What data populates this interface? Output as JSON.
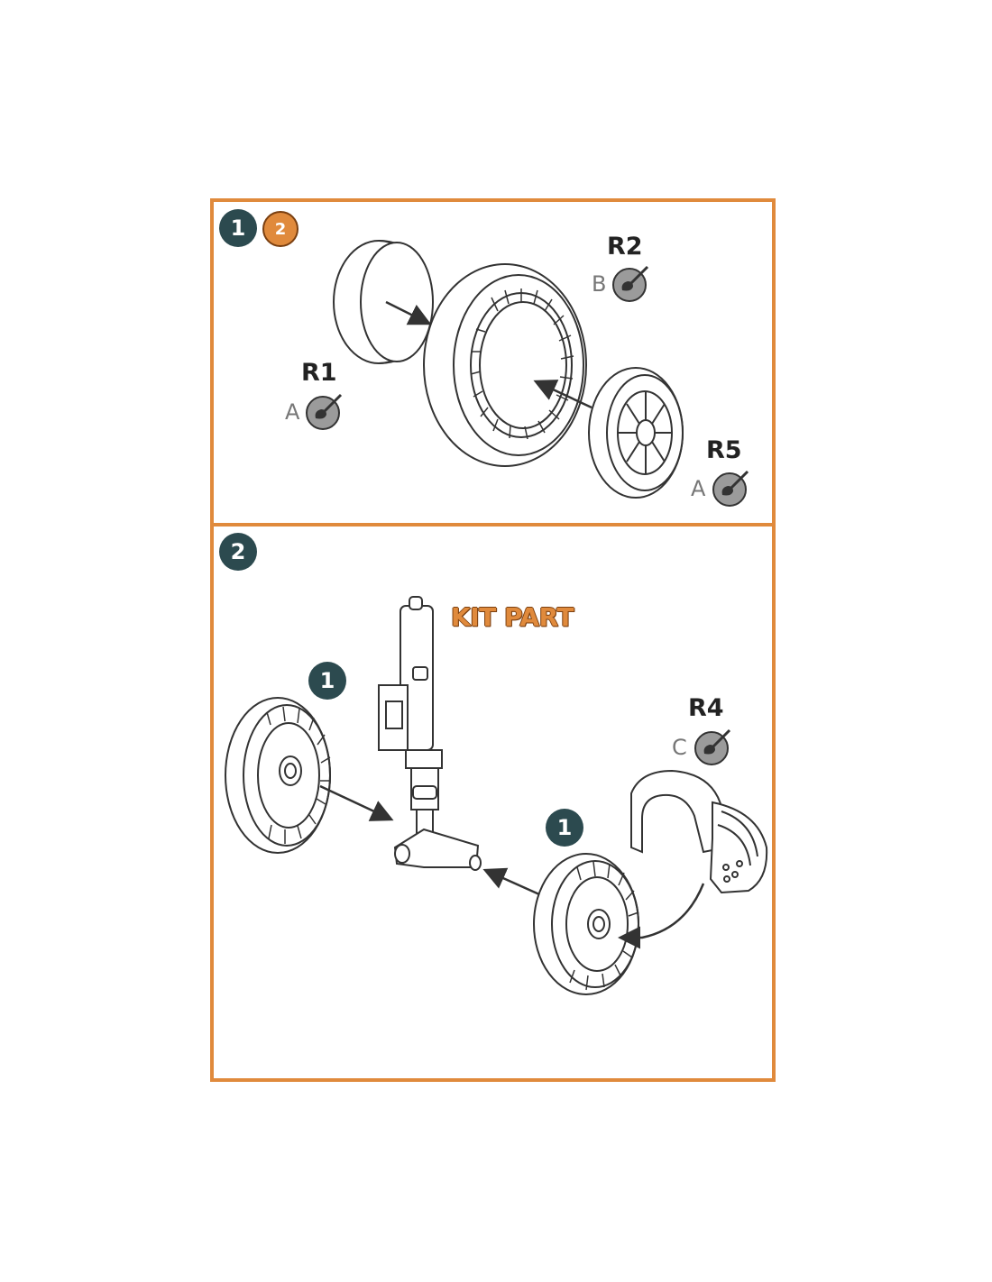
{
  "colors": {
    "frame": "#e08a3c",
    "badge": "#2c4a4f",
    "paint_icon": "#9b9b9b",
    "line_art": "#333333"
  },
  "step1": {
    "badge_number": "1",
    "option_icon_number": "2",
    "parts": [
      {
        "label": "R1",
        "paint_code": "A"
      },
      {
        "label": "R2",
        "paint_code": "B"
      },
      {
        "label": "R5",
        "paint_code": "A"
      }
    ]
  },
  "step2": {
    "badge_number": "2",
    "kit_part_label": "KIT PART",
    "sub_badges": [
      "1",
      "1"
    ],
    "parts": [
      {
        "label": "R4",
        "paint_code": "C"
      }
    ]
  },
  "icons": [
    "paint-brush-icon",
    "rotation-option-icon",
    "arrow-icon"
  ]
}
